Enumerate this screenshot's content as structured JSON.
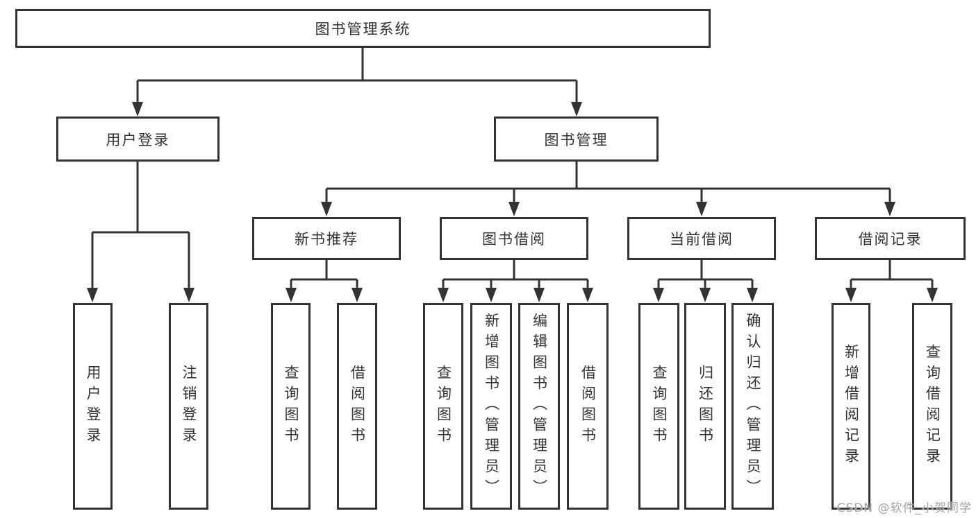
{
  "diagram": {
    "type": "tree",
    "nodes": {
      "root": {
        "label": "图书管理系统"
      },
      "user_login": {
        "label": "用户登录"
      },
      "book_mgmt": {
        "label": "图书管理"
      },
      "new_book_rec": {
        "label": "新书推荐"
      },
      "book_borrow": {
        "label": "图书借阅"
      },
      "current_borrow": {
        "label": "当前借阅"
      },
      "borrow_records": {
        "label": "借阅记录"
      },
      "ul_login": {
        "label": "用户登录"
      },
      "ul_logout": {
        "label": "注销登录"
      },
      "nbr_query": {
        "label": "查询图书"
      },
      "nbr_borrow": {
        "label": "借阅图书"
      },
      "bb_query": {
        "label": "查询图书"
      },
      "bb_add": {
        "label": "新增图书（管理员）"
      },
      "bb_edit": {
        "label": "编辑图书（管理员）"
      },
      "bb_borrow": {
        "label": "借阅图书"
      },
      "cb_query": {
        "label": "查询图书"
      },
      "cb_return": {
        "label": "归还图书"
      },
      "cb_confirm": {
        "label": "确认归还（管理员）"
      },
      "br_add": {
        "label": "新增借阅记录"
      },
      "br_query": {
        "label": "查询借阅记录"
      }
    },
    "edges": [
      [
        "root",
        "user_login"
      ],
      [
        "root",
        "book_mgmt"
      ],
      [
        "user_login",
        "ul_login"
      ],
      [
        "user_login",
        "ul_logout"
      ],
      [
        "book_mgmt",
        "new_book_rec"
      ],
      [
        "book_mgmt",
        "book_borrow"
      ],
      [
        "book_mgmt",
        "current_borrow"
      ],
      [
        "book_mgmt",
        "borrow_records"
      ],
      [
        "new_book_rec",
        "nbr_query"
      ],
      [
        "new_book_rec",
        "nbr_borrow"
      ],
      [
        "book_borrow",
        "bb_query"
      ],
      [
        "book_borrow",
        "bb_add"
      ],
      [
        "book_borrow",
        "bb_edit"
      ],
      [
        "book_borrow",
        "bb_borrow"
      ],
      [
        "current_borrow",
        "cb_query"
      ],
      [
        "current_borrow",
        "cb_return"
      ],
      [
        "current_borrow",
        "cb_confirm"
      ],
      [
        "borrow_records",
        "br_add"
      ],
      [
        "borrow_records",
        "br_query"
      ]
    ],
    "colors": {
      "line": "#333333",
      "box_border": "#333333",
      "text": "#333333",
      "background": "#ffffff",
      "watermark": "#a3a3a3"
    }
  },
  "watermark": {
    "text": "CSDN @软件_小贺同学"
  }
}
